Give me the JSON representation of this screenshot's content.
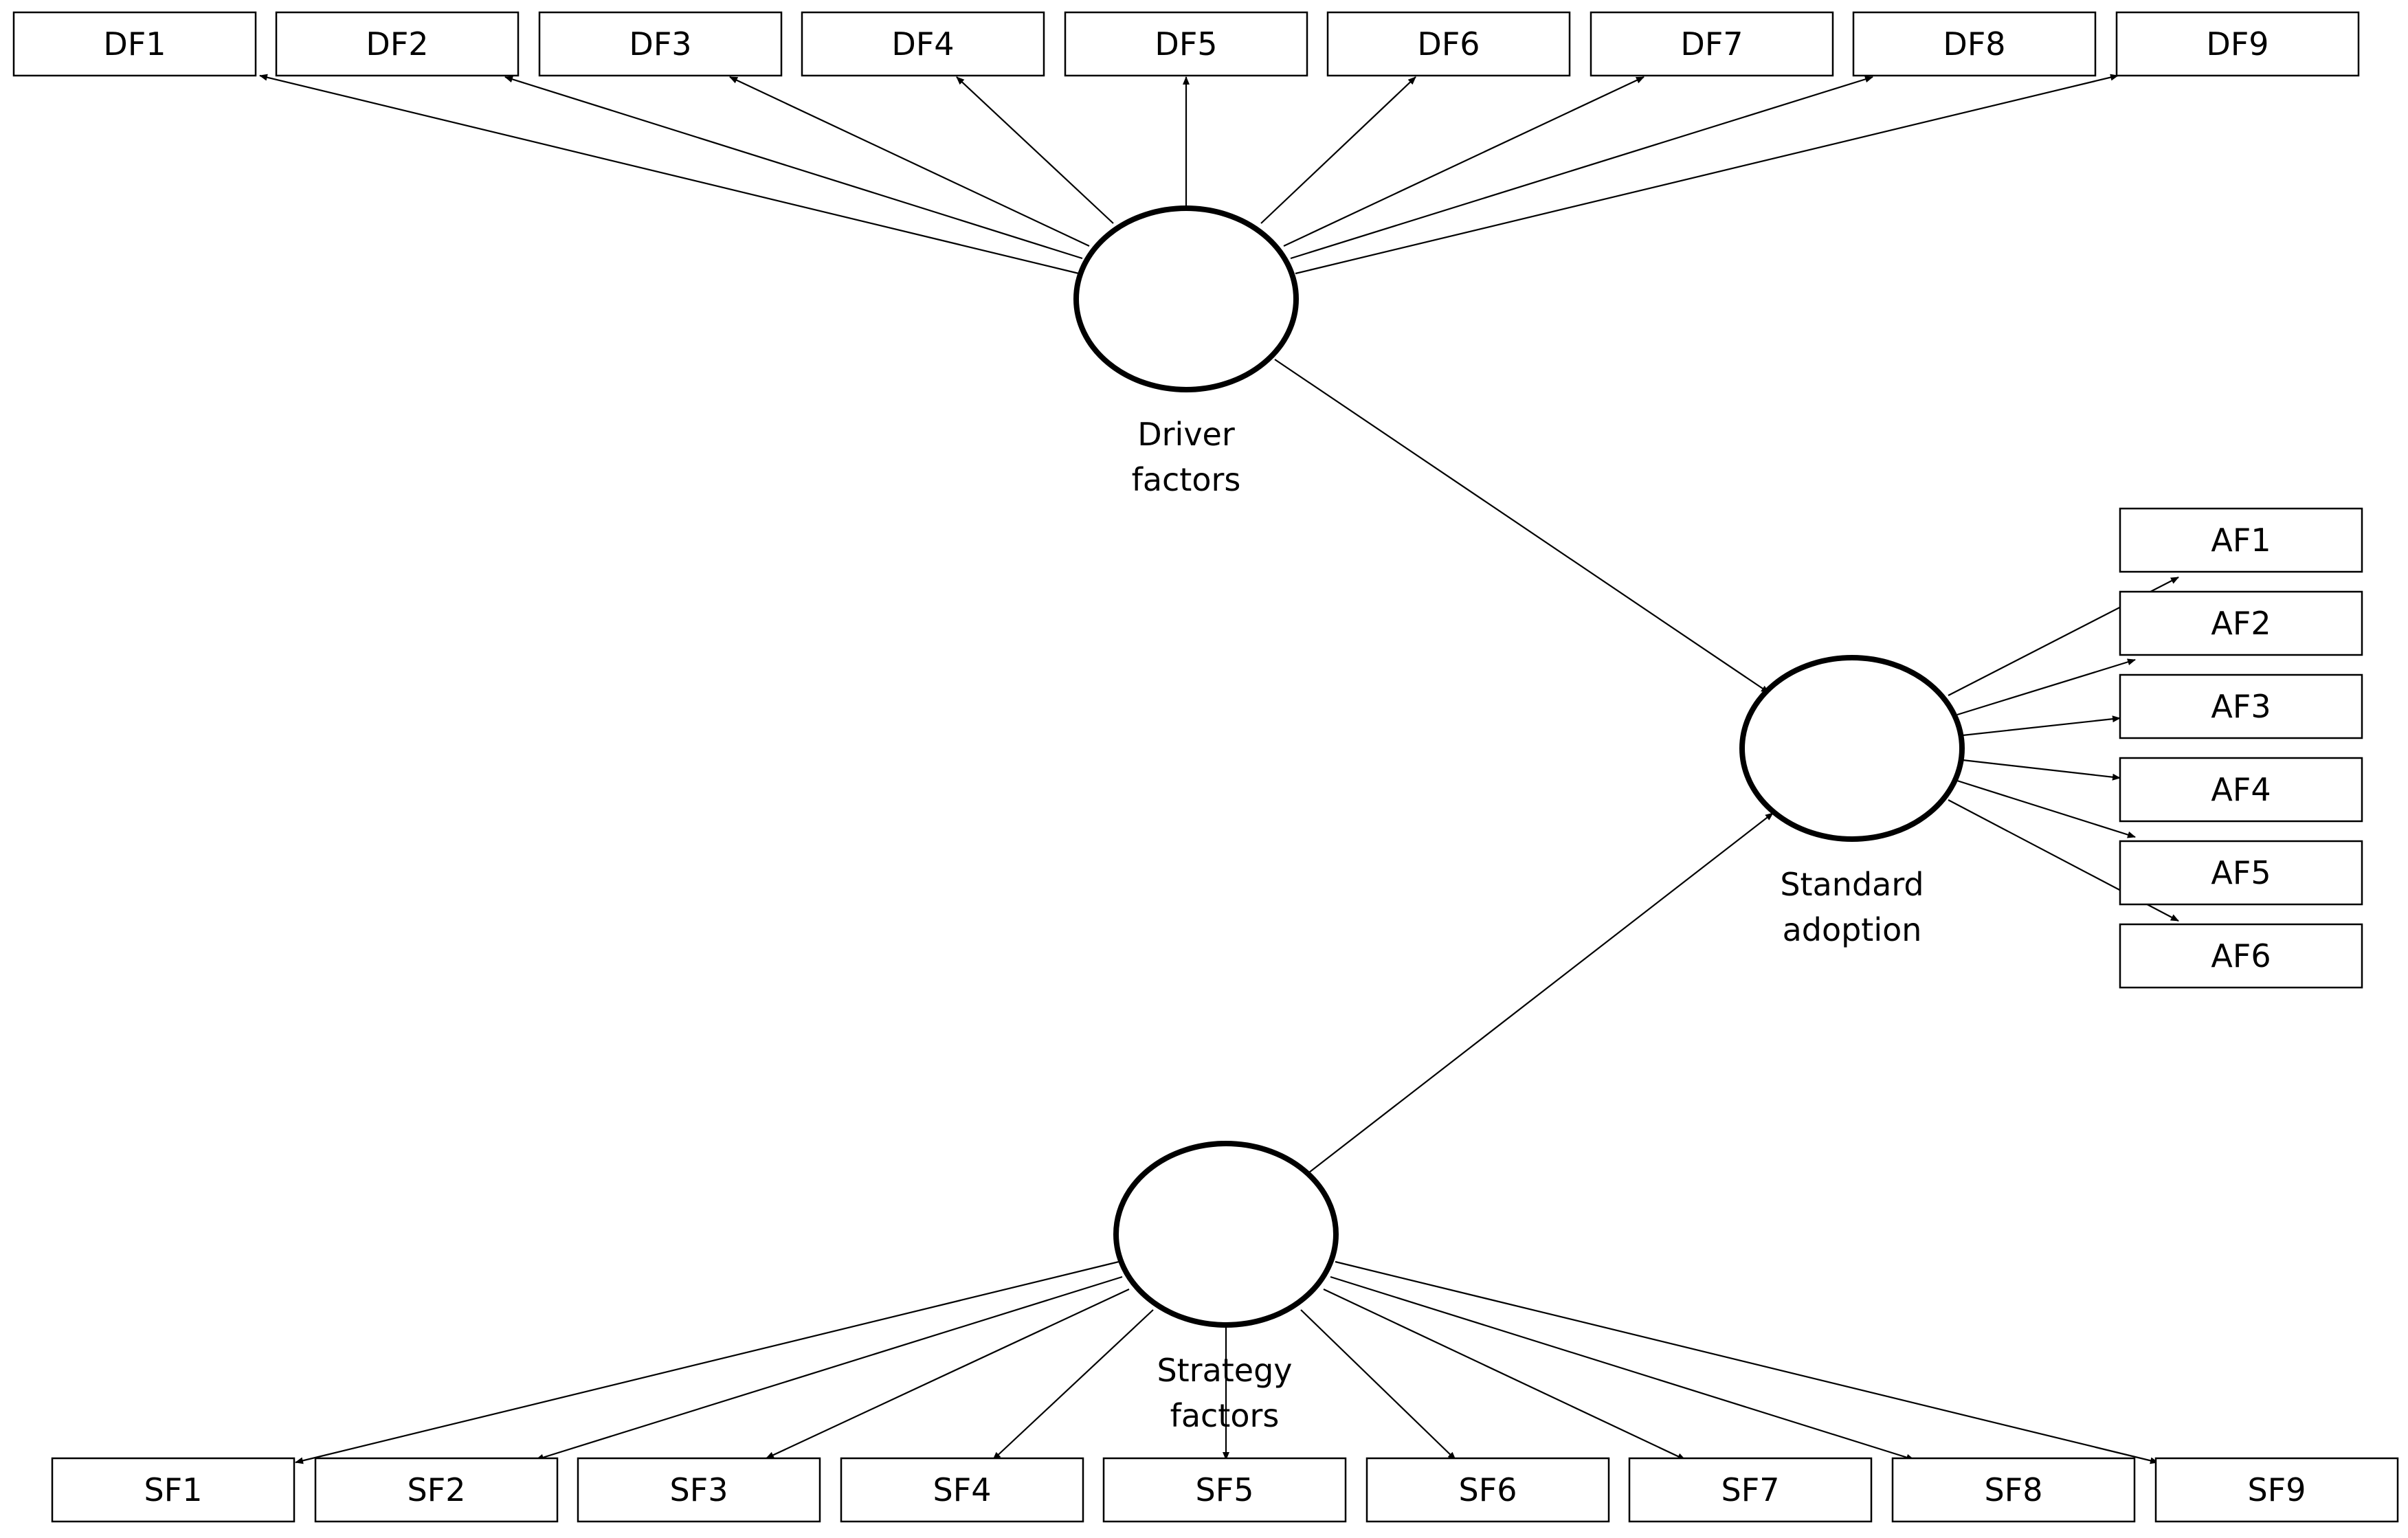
{
  "latent_factors": {
    "driver": {
      "label_line1": "Driver",
      "label_line2": "factors"
    },
    "adoption": {
      "label_line1": "Standard",
      "label_line2": "adoption"
    },
    "strategy": {
      "label_line1": "Strategy",
      "label_line2": "factors"
    }
  },
  "indicators": {
    "driver": [
      "DF1",
      "DF2",
      "DF3",
      "DF4",
      "DF5",
      "DF6",
      "DF7",
      "DF8",
      "DF9"
    ],
    "adoption": [
      "AF1",
      "AF2",
      "AF3",
      "AF4",
      "AF5",
      "AF6"
    ],
    "strategy": [
      "SF1",
      "SF2",
      "SF3",
      "SF4",
      "SF5",
      "SF6",
      "SF7",
      "SF8",
      "SF9"
    ]
  },
  "paths": [
    {
      "from": "Driver factors",
      "to": "Standard adoption"
    },
    {
      "from": "Strategy factors",
      "to": "Standard adoption"
    }
  ]
}
